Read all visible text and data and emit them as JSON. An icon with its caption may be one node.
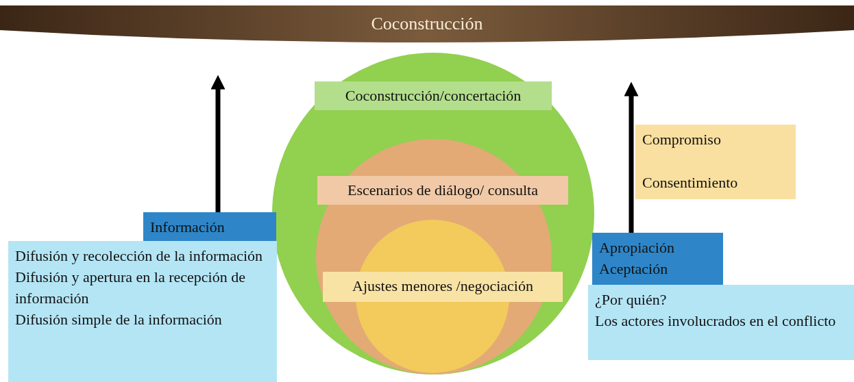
{
  "diagram": {
    "nodes": [
      {
        "text": [
          "Coconstrucción"
        ]
      },
      {
        "text": [
          "Coconstrucción/concertación"
        ]
      },
      {
        "text": [
          "Escenarios de diálogo/ consulta"
        ],
        "in": 1
      },
      {
        "text": [
          "Ajustes menores /negociación"
        ],
        "in": 2
      },
      {
        "text": [
          "Información"
        ]
      },
      {
        "text": [
          "Difusión y recolección de la información",
          "Difusión y apertura en la recepción de información",
          "Difusión simple de la información"
        ]
      },
      {
        "text": [
          "Compromiso",
          "Consentimiento"
        ]
      },
      {
        "text": [
          "Apropiación",
          "Aceptación"
        ]
      },
      {
        "text": [
          "¿Por quién?",
          "Los actores involucrados en el conflicto"
        ]
      }
    ],
    "edges": [
      {
        "from": 4,
        "to": null,
        "arrow": "to"
      },
      {
        "from": 7,
        "to": null,
        "arrow": "to"
      }
    ]
  }
}
